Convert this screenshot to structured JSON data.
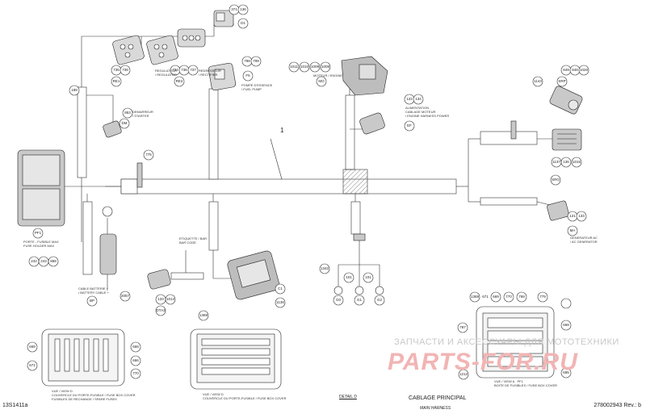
{
  "footer": {
    "left_code": "13S1411a",
    "right_code": "278002943 Rev.: b"
  },
  "title": "CABLAGE PRINCIPAL",
  "subtitle": "MAIN HARNESS",
  "detail_label": "DETAIL D",
  "watermark": {
    "line1": "ЗАПЧАСТИ И АКСЕССУАРЫ ДЛЯ МОТОТЕХНИКИ",
    "line2": "PARTS-FOR.RU"
  },
  "harness_number": "1",
  "callouts": [
    {
      "id": "c371",
      "text": "371"
    },
    {
      "id": "c136a",
      "text": "136"
    },
    {
      "id": "cD1",
      "text": "D1"
    },
    {
      "id": "c735",
      "text": "735"
    },
    {
      "id": "c738",
      "text": "738"
    },
    {
      "id": "cRE1",
      "text": "RE1"
    },
    {
      "id": "c734",
      "text": "734"
    },
    {
      "id": "c736",
      "text": "736"
    },
    {
      "id": "c737",
      "text": "737"
    },
    {
      "id": "cRE2",
      "text": "RE2"
    },
    {
      "id": "c798",
      "text": "798"
    },
    {
      "id": "c799",
      "text": "799"
    },
    {
      "id": "cF5",
      "text": "F5"
    },
    {
      "id": "c1011",
      "text": "1011"
    },
    {
      "id": "c1010",
      "text": "1010"
    },
    {
      "id": "c1009",
      "text": "1009"
    },
    {
      "id": "c1008",
      "text": "1008"
    },
    {
      "id": "cMO",
      "text": "MO"
    },
    {
      "id": "c122",
      "text": "122"
    },
    {
      "id": "c134",
      "text": "134"
    },
    {
      "id": "cEF",
      "text": "EF"
    },
    {
      "id": "c849",
      "text": "849"
    },
    {
      "id": "c848",
      "text": "848"
    },
    {
      "id": "c1026",
      "text": "1026"
    },
    {
      "id": "cSRP",
      "text": "SRP"
    },
    {
      "id": "c1143",
      "text": "1143"
    },
    {
      "id": "c1137",
      "text": "1137"
    },
    {
      "id": "c136b",
      "text": "136"
    },
    {
      "id": "c1015",
      "text": "1015"
    },
    {
      "id": "cSRG",
      "text": "SRG"
    },
    {
      "id": "c121",
      "text": "121"
    },
    {
      "id": "c133a",
      "text": "133"
    },
    {
      "id": "cMA",
      "text": "MA"
    },
    {
      "id": "c189",
      "text": "189"
    },
    {
      "id": "c853",
      "text": "853"
    },
    {
      "id": "cDM",
      "text": "DM"
    },
    {
      "id": "c775",
      "text": "775"
    },
    {
      "id": "cPF1",
      "text": "PF1"
    },
    {
      "id": "c242",
      "text": "242"
    },
    {
      "id": "c243",
      "text": "243"
    },
    {
      "id": "c858",
      "text": "858"
    },
    {
      "id": "cBP",
      "text": "BP"
    },
    {
      "id": "c2057",
      "text": "2057"
    },
    {
      "id": "c133b",
      "text": "133"
    },
    {
      "id": "c1013",
      "text": "1013"
    },
    {
      "id": "cDTA3",
      "text": "DTA3"
    },
    {
      "id": "cC1",
      "text": "C1"
    },
    {
      "id": "c1136",
      "text": "1136"
    },
    {
      "id": "c1342",
      "text": "1342"
    },
    {
      "id": "c101a",
      "text": "101"
    },
    {
      "id": "c101b",
      "text": "101"
    },
    {
      "id": "cG0",
      "text": "G0"
    },
    {
      "id": "cG1",
      "text": "G1"
    },
    {
      "id": "cG2",
      "text": "G2"
    },
    {
      "id": "c669a",
      "text": "669"
    },
    {
      "id": "c671",
      "text": "671"
    },
    {
      "id": "c668a",
      "text": "668"
    },
    {
      "id": "c666",
      "text": "666"
    },
    {
      "id": "c770a",
      "text": "770"
    },
    {
      "id": "c1369a",
      "text": "1369"
    },
    {
      "id": "c1369b",
      "text": "1369"
    },
    {
      "id": "c669b",
      "text": "669"
    },
    {
      "id": "c770b",
      "text": "770"
    },
    {
      "id": "c769",
      "text": "769"
    },
    {
      "id": "c671b",
      "text": "671"
    },
    {
      "id": "c779",
      "text": "779"
    },
    {
      "id": "c787",
      "text": "787"
    },
    {
      "id": "c668b",
      "text": "668"
    },
    {
      "id": "c1212",
      "text": "1212"
    },
    {
      "id": "c695",
      "text": "695"
    }
  ],
  "notes": [
    {
      "id": "n_reg",
      "text": "REGULATEUR\n/ REGULATOR"
    },
    {
      "id": "n_red",
      "text": "REDRESSEUR\n/ RECTIFIER"
    },
    {
      "id": "n_pump",
      "text": "POMPE D'ESSENCE\n/ FUEL PUMP"
    },
    {
      "id": "n_motor",
      "text": "MOTEUR / ENGINE"
    },
    {
      "id": "n_alim",
      "text": "ALIMENTATION\nCABLAGE MOTEUR\n/ ENGINE HARNESS POWER"
    },
    {
      "id": "n_dem",
      "text": "DEMARREUR\n/ STARTER"
    },
    {
      "id": "n_gen",
      "text": "GENERATEUR AC\n/ AC GENERATOR"
    },
    {
      "id": "n_fuse",
      "text": "PORTE - FUSIBLE MAX\nFUSE HOLDER MAX"
    },
    {
      "id": "n_batt",
      "text": "CABLE BATTERIE +\n/ BATTERY CABLE +"
    },
    {
      "id": "n_etiq",
      "text": "ETIQUETTE / BAR\nBAR CODE"
    },
    {
      "id": "n_view1",
      "text": "VUE / VIEW D\nCOUVERCLE DU PORTE-FUSIBLE / FUSE BOX COVER\nFUSIBLES DE RECHANGE / SPARE FUSES"
    },
    {
      "id": "n_view2",
      "text": "VUE / VIEW D\nCOUVERCLE DU PORTE-FUSIBLE / FUSE BOX COVER"
    },
    {
      "id": "n_view3",
      "text": "VUE / VIEW A   PF1\nBOITE DE FUSIBLES / FUSE BOX COVER"
    }
  ]
}
